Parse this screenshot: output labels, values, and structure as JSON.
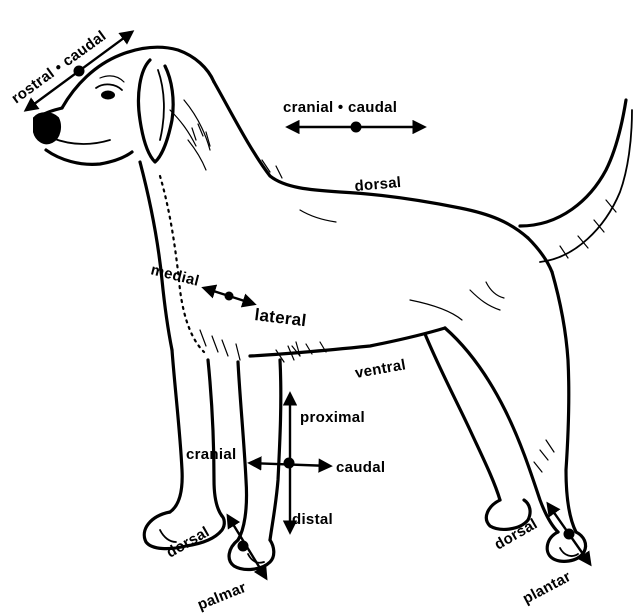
{
  "labels": {
    "rostral_caudal": "rostral • caudal",
    "cranial_caudal_top": "cranial • caudal",
    "dorsal_back": "dorsal",
    "medial": "medial",
    "lateral": "lateral",
    "ventral": "ventral",
    "proximal": "proximal",
    "cranial_leg": "cranial",
    "caudal_leg": "caudal",
    "distal": "distal",
    "dorsal_front_paw": "dorsal",
    "palmar": "palmar",
    "dorsal_hind_paw": "dorsal",
    "plantar": "plantar"
  },
  "colors": {
    "ink": "#000000",
    "background": "#ffffff"
  }
}
